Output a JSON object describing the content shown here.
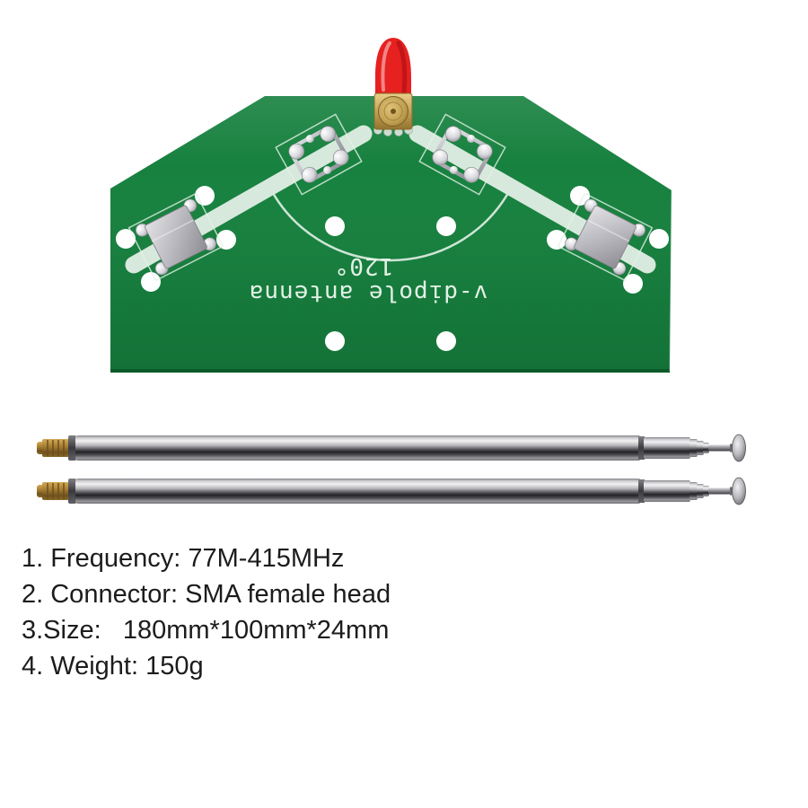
{
  "pcb": {
    "silkscreen_label": "v-dipole antenna",
    "angle_label": "120°"
  },
  "specs": [
    "1. Frequency: 77M-415MHz",
    "2. Connector: SMA female head",
    "3.Size:   180mm*100mm*24mm",
    "4. Weight: 150g"
  ],
  "colors": {
    "background": "#ffffff",
    "pcb_green": "#17813f",
    "pcb_edge_dark": "#0b5a29",
    "pcb_trace": "#d7e9dc",
    "pcb_silkscreen": "#e2f1e5",
    "sma_cap_red": "#e6211f",
    "sma_gold": "#c8a553",
    "rod_chrome": "#b7b7bb",
    "brass_thread": "#a9802f",
    "spec_text": "#1c1c1e"
  }
}
